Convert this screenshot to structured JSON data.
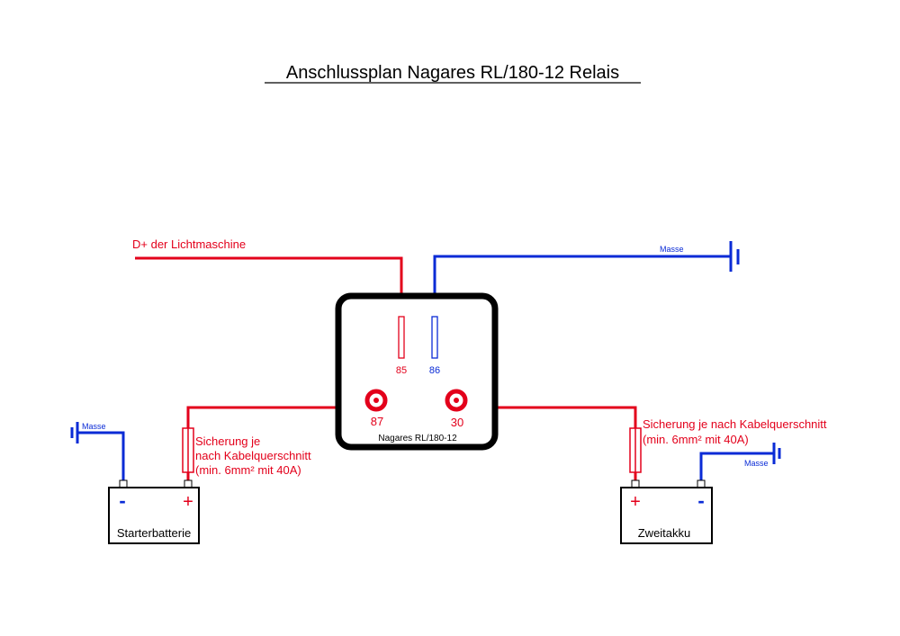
{
  "title": "Anschlussplan Nagares RL/180-12 Relais",
  "relay": {
    "name": "Nagares RL/180-12",
    "pin85": "85",
    "pin86": "86",
    "pin87": "87",
    "pin30": "30"
  },
  "labels": {
    "d_plus": "D+ der Lichtmaschine",
    "masse_top": "Masse",
    "masse_left": "Masse",
    "masse_right": "Masse",
    "fuse_left_line1": "Sicherung je",
    "fuse_left_line2": "nach Kabelquerschnitt",
    "fuse_left_line3": "(min. 6mm² mit 40A)",
    "fuse_right_line1": "Sicherung je nach Kabelquerschnitt",
    "fuse_right_line2": "(min. 6mm² mit 40A)"
  },
  "batteries": {
    "left": {
      "name": "Starterbatterie",
      "minus": "-",
      "plus": "+"
    },
    "right": {
      "name": "Zweitakku",
      "minus": "-",
      "plus": "+"
    }
  },
  "colors": {
    "positive": "#e3001b",
    "ground": "#0a2bd6",
    "outline": "#000000"
  }
}
